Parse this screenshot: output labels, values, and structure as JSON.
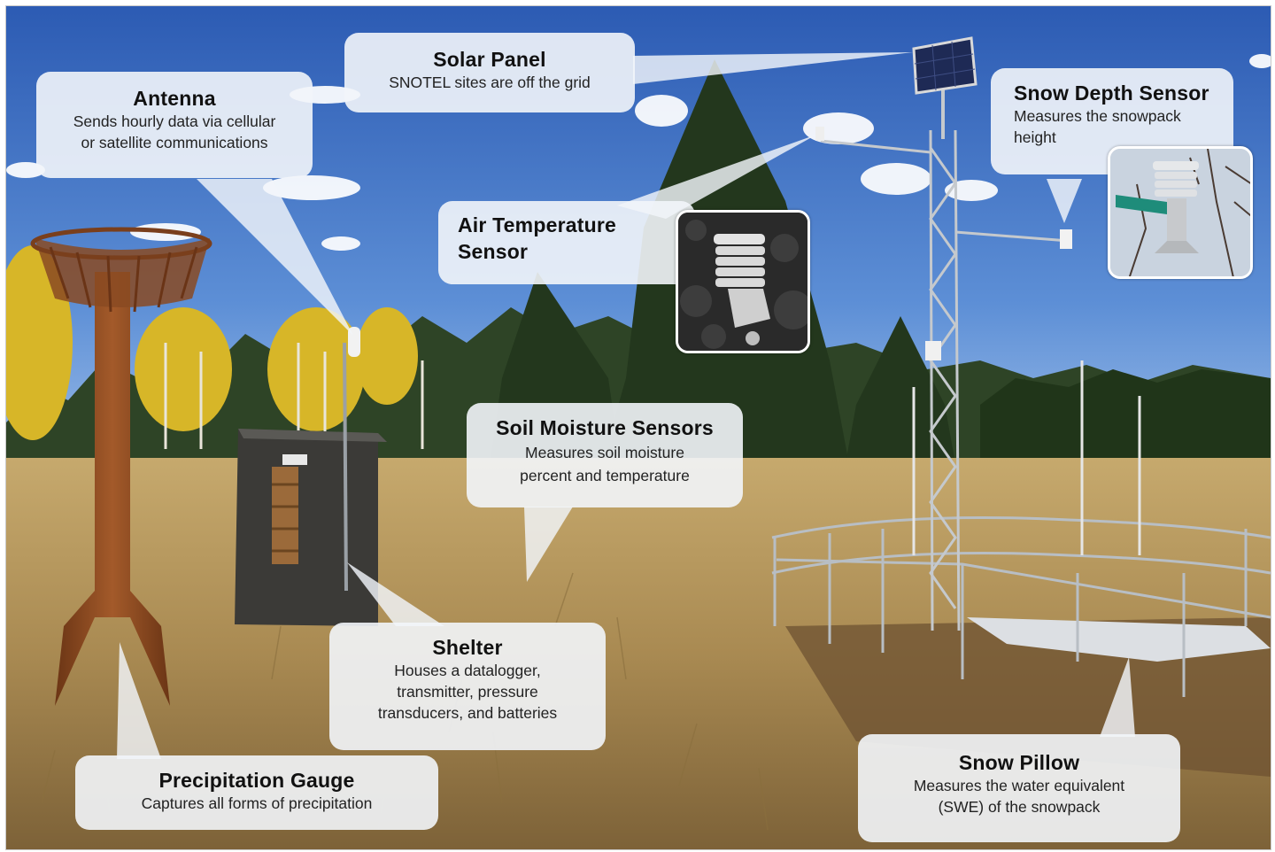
{
  "callouts": {
    "solar_panel": {
      "title": "Solar Panel",
      "desc": "SNOTEL sites are off the grid"
    },
    "antenna": {
      "title": "Antenna",
      "desc_line1": "Sends hourly data via cellular",
      "desc_line2": "or satellite communications"
    },
    "snow_depth": {
      "title": "Snow Depth Sensor",
      "desc_line1": "Measures the snowpack",
      "desc_line2": "height"
    },
    "air_temp": {
      "title_line1": "Air Temperature",
      "title_line2": "Sensor"
    },
    "soil_moisture": {
      "title": "Soil Moisture Sensors",
      "desc_line1": "Measures soil moisture",
      "desc_line2": "percent and temperature"
    },
    "shelter": {
      "title": "Shelter",
      "desc_line1": "Houses a datalogger,",
      "desc_line2": "transmitter, pressure",
      "desc_line3": "transducers, and batteries"
    },
    "precip_gauge": {
      "title": "Precipitation Gauge",
      "desc": "Captures all forms of precipitation"
    },
    "snow_pillow": {
      "title": "Snow Pillow",
      "desc_line1": "Measures the water equivalent",
      "desc_line2": "(SWE) of the snowpack"
    }
  },
  "colors": {
    "sky_top": "#2f5fb8",
    "sky_bottom": "#8fb7e8",
    "grass": "#b99a5e",
    "pine": "#24381e",
    "aspen": "#d9b92a",
    "gauge_rust": "#8a4a22",
    "callout_bg": "#f2f5fa"
  }
}
